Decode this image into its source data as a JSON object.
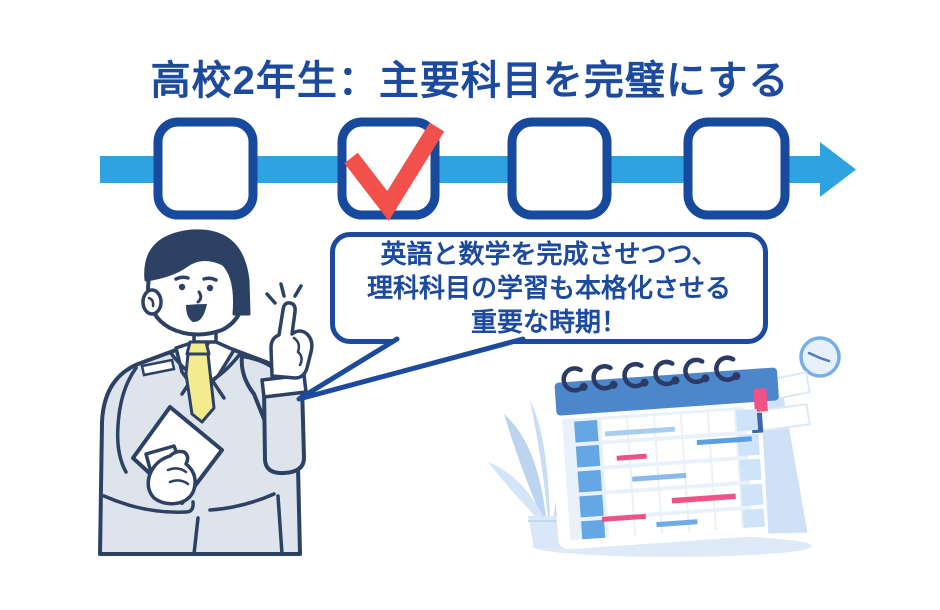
{
  "title": {
    "text": "高校2年生：主要科目を完璧にする"
  },
  "timeline": {
    "steps": [
      {
        "name": "step-1",
        "checked": false
      },
      {
        "name": "step-2",
        "checked": true
      },
      {
        "name": "step-3",
        "checked": false
      },
      {
        "name": "step-4",
        "checked": false
      }
    ],
    "direction": "left-to-right"
  },
  "speech_bubble": {
    "line1": "英語と数学を完成させつつ、",
    "line2": "理科科目の学習も本格化させる",
    "line3": "重要な時期！"
  },
  "illustration": {
    "person": "businessman-pointing-up",
    "person_items": [
      "white-folder",
      "yellow-tie",
      "gray-suit"
    ],
    "objects": [
      "desk-schedule-calendar",
      "potted-plant",
      "clock"
    ]
  },
  "colors": {
    "primary_blue": "#1c4a9e",
    "box_border_blue": "#174a9c",
    "arrow_blue": "#2fa3e2",
    "check_red": "#f2514b",
    "outline_navy": "#2c4163",
    "suit_gray": "#dde4ec",
    "tie_yellow": "#f4eb8f",
    "calendar_header_blue": "#4c86cb",
    "calendar_cell_blue": "#64a7e4",
    "calendar_cell_light": "#cfe4f8",
    "calendar_body_tint": "#e9f1fb",
    "bar_pink": "#ee5287",
    "bar_blue": "#5b9fe0",
    "bar_light_blue": "#a9cdf1",
    "plant_blue": "#c9ddf5",
    "shadow_blue": "#dfeaf8"
  }
}
